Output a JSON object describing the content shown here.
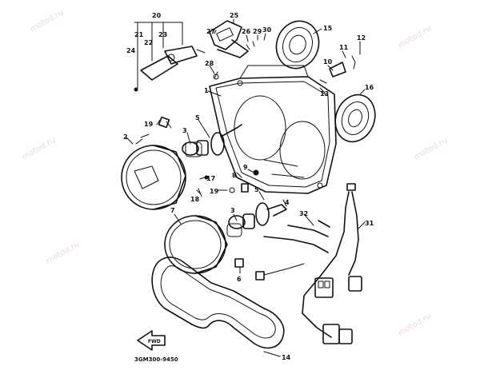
{
  "diagram": {
    "drawing_code": "3GM300-9450",
    "fwd_label": "FWD",
    "watermark": "motod.ru",
    "colors": {
      "ink": "#111111",
      "watermark": "#d88a8a",
      "paper": "#ffffff"
    },
    "callouts": [
      {
        "id": "c1",
        "text": "1"
      },
      {
        "id": "c2",
        "text": "2"
      },
      {
        "id": "c3a",
        "text": "3"
      },
      {
        "id": "c3b",
        "text": "3"
      },
      {
        "id": "c4",
        "text": "4"
      },
      {
        "id": "c5a",
        "text": "5"
      },
      {
        "id": "c5b",
        "text": "5"
      },
      {
        "id": "c6",
        "text": "6"
      },
      {
        "id": "c7",
        "text": "7"
      },
      {
        "id": "c8",
        "text": "8"
      },
      {
        "id": "c9",
        "text": "9"
      },
      {
        "id": "c10",
        "text": "10"
      },
      {
        "id": "c11",
        "text": "11"
      },
      {
        "id": "c12",
        "text": "12"
      },
      {
        "id": "c13",
        "text": "13"
      },
      {
        "id": "c14",
        "text": "14"
      },
      {
        "id": "c15",
        "text": "15"
      },
      {
        "id": "c16",
        "text": "16"
      },
      {
        "id": "c17",
        "text": "17"
      },
      {
        "id": "c18",
        "text": "18"
      },
      {
        "id": "c19a",
        "text": "19"
      },
      {
        "id": "c19b",
        "text": "19"
      },
      {
        "id": "c20",
        "text": "20"
      },
      {
        "id": "c21",
        "text": "21"
      },
      {
        "id": "c22",
        "text": "22"
      },
      {
        "id": "c23",
        "text": "23"
      },
      {
        "id": "c24",
        "text": "24"
      },
      {
        "id": "c25",
        "text": "25"
      },
      {
        "id": "c26",
        "text": "26"
      },
      {
        "id": "c27",
        "text": "27"
      },
      {
        "id": "c28",
        "text": "28"
      },
      {
        "id": "c29",
        "text": "29"
      },
      {
        "id": "c30",
        "text": "30"
      },
      {
        "id": "c31",
        "text": "31"
      },
      {
        "id": "c32",
        "text": "32"
      }
    ]
  }
}
